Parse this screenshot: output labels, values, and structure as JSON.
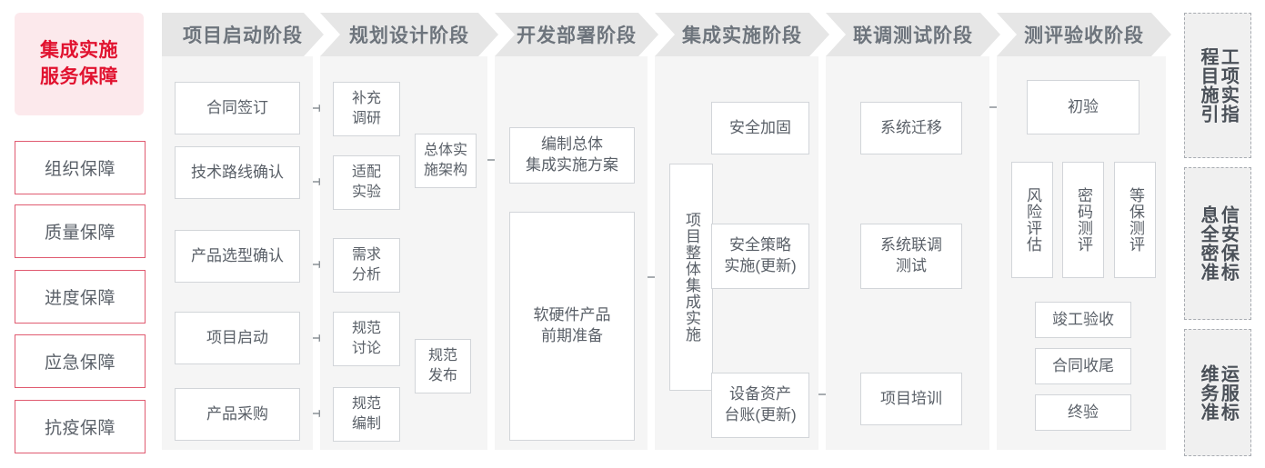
{
  "sidebar": {
    "title": "集成实施\n服务保障",
    "title_lines": [
      "集成实施",
      "服务保障"
    ],
    "items": [
      {
        "label": "组织保障"
      },
      {
        "label": "质量保障"
      },
      {
        "label": "进度保障"
      },
      {
        "label": "应急保障"
      },
      {
        "label": "抗疫保障"
      }
    ],
    "accent_color": "#e1122f",
    "background_color": "#fce9ec",
    "border_color": "#e05a70"
  },
  "phases": [
    {
      "id": "startup",
      "header": "项目启动阶段",
      "nodes": [
        {
          "label": "合同签订"
        },
        {
          "label": "技术路线确认"
        },
        {
          "label": "产品选型确认"
        },
        {
          "label": "项目启动"
        },
        {
          "label": "产品采购"
        }
      ]
    },
    {
      "id": "planning",
      "header": "规划设计阶段",
      "nodes": [
        {
          "label": "补充\n调研",
          "lines": [
            "补充",
            "调研"
          ]
        },
        {
          "label": "适配\n实验",
          "lines": [
            "适配",
            "实验"
          ]
        },
        {
          "label": "需求\n分析",
          "lines": [
            "需求",
            "分析"
          ]
        },
        {
          "label": "规范\n讨论",
          "lines": [
            "规范",
            "讨论"
          ]
        },
        {
          "label": "规范\n编制",
          "lines": [
            "规范",
            "编制"
          ]
        },
        {
          "label": "总体实\n施架构",
          "lines": [
            "总体实",
            "施架构"
          ]
        },
        {
          "label": "规范\n发布",
          "lines": [
            "规范",
            "发布"
          ]
        }
      ]
    },
    {
      "id": "develop",
      "header": "开发部署阶段",
      "nodes": [
        {
          "label": "编制总体\n集成实施方案",
          "lines": [
            "编制总体",
            "集成实施方案"
          ]
        },
        {
          "label": "软硬件产品\n前期准备",
          "lines": [
            "软硬件产品",
            "前期准备"
          ]
        }
      ]
    },
    {
      "id": "integration",
      "header": "集成实施阶段",
      "nodes": [
        {
          "label": "项目整体集成实施",
          "vertical": true
        },
        {
          "label": "安全加固"
        },
        {
          "label": "安全策略\n实施(更新)",
          "lines": [
            "安全策略",
            "实施(更新)"
          ]
        },
        {
          "label": "设备资产\n台账(更新)",
          "lines": [
            "设备资产",
            "台账(更新)"
          ]
        }
      ]
    },
    {
      "id": "jointtest",
      "header": "联调测试阶段",
      "nodes": [
        {
          "label": "系统迁移"
        },
        {
          "label": "系统联调\n测试",
          "lines": [
            "系统联调",
            "测试"
          ]
        },
        {
          "label": "项目培训"
        }
      ]
    },
    {
      "id": "acceptance",
      "header": "测评验收阶段",
      "nodes": [
        {
          "label": "初验"
        },
        {
          "label": "风险评估",
          "vertical": true
        },
        {
          "label": "密码测评",
          "vertical": true
        },
        {
          "label": "等保测评",
          "vertical": true
        },
        {
          "label": "竣工验收"
        },
        {
          "label": "合同收尾"
        },
        {
          "label": "终验"
        }
      ]
    }
  ],
  "standards": [
    {
      "id": "std-1",
      "label": "工程项目实施指引",
      "col_right": "程目施引",
      "col_left": "工项实指"
    },
    {
      "id": "std-2",
      "label": "信息安全保密标准",
      "col_right": "息全密准",
      "col_left": "信安保标"
    },
    {
      "id": "std-3",
      "label": "运维服务标准",
      "col_right": "维务准",
      "col_left": "运服标"
    }
  ],
  "theme": {
    "node_border": "#d2d5d9",
    "header_bg": "#e6e6e6",
    "column_bg": "#f5f5f5",
    "text_color": "#5a6068",
    "wire_color": "#8a9096"
  }
}
